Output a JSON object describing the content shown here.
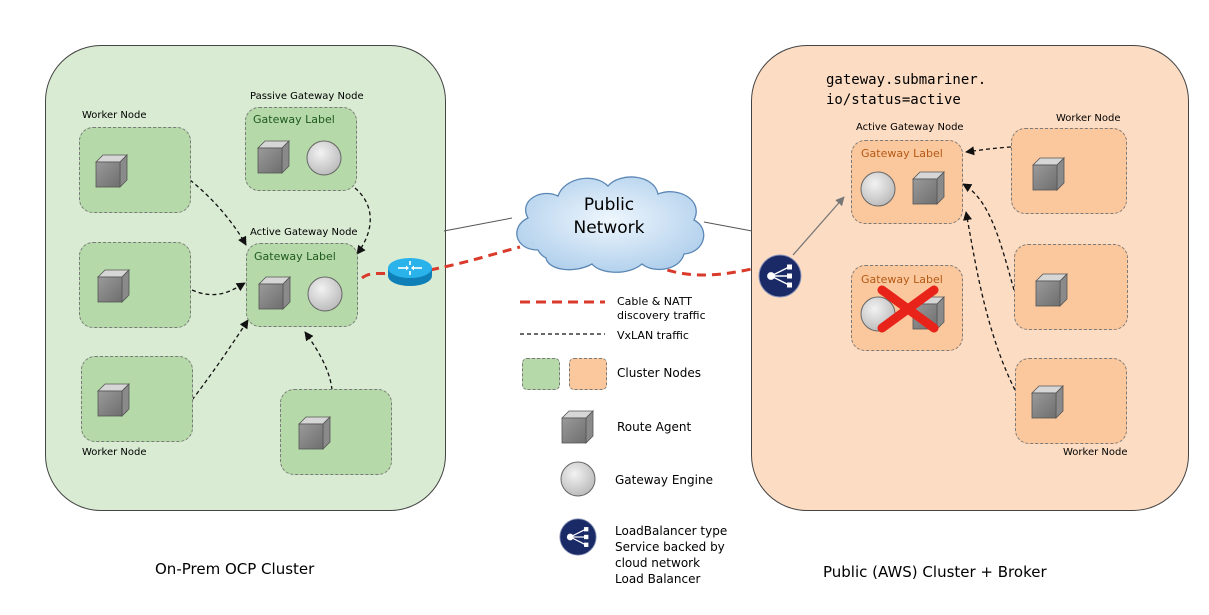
{
  "on_prem": {
    "caption": "On-Prem OCP Cluster",
    "worker_node_top": "Worker Node",
    "worker_node_bottom": "Worker Node",
    "passive_gateway_node": "Passive Gateway Node",
    "active_gateway_node": "Active Gateway Node",
    "gateway_label_passive": "Gateway Label",
    "gateway_label_active": "Gateway Label",
    "color": "#d9ebd3",
    "node_color": "#b5d9a8"
  },
  "aws": {
    "caption": "Public (AWS) Cluster + Broker",
    "status_label_line1": "gateway.submariner.",
    "status_label_line2": "io/status=active",
    "active_gateway_node": "Active Gateway Node",
    "gateway_label_active": "Gateway Label",
    "gateway_label_failed": "Gateway Label",
    "worker_node_top": "Worker Node",
    "worker_node_bottom": "Worker Node",
    "color": "#fcdcc3",
    "node_color": "#fbc79c"
  },
  "public_network": {
    "line1": "Public",
    "line2": "Network"
  },
  "legend": {
    "cable": {
      "line1": "Cable & NATT",
      "line2": "discovery traffic"
    },
    "vxlan": "VxLAN traffic",
    "cluster_nodes": "Cluster Nodes",
    "route_agent": "Route Agent",
    "gateway_engine": "Gateway Engine",
    "load_balancer": {
      "line1": "LoadBalancer type",
      "line2": "Service backed by",
      "line3": "cloud network",
      "line4": "Load Balancer"
    }
  },
  "icons": [
    "router-icon",
    "load-balancer-icon",
    "route-agent-cube-icon",
    "gateway-engine-circle-icon",
    "failure-x-icon"
  ],
  "colors": {
    "cable_line": "#d93a2b",
    "failure_x": "#e8231a",
    "load_balancer": "#1a2a66",
    "router": "#1aa6e0"
  }
}
